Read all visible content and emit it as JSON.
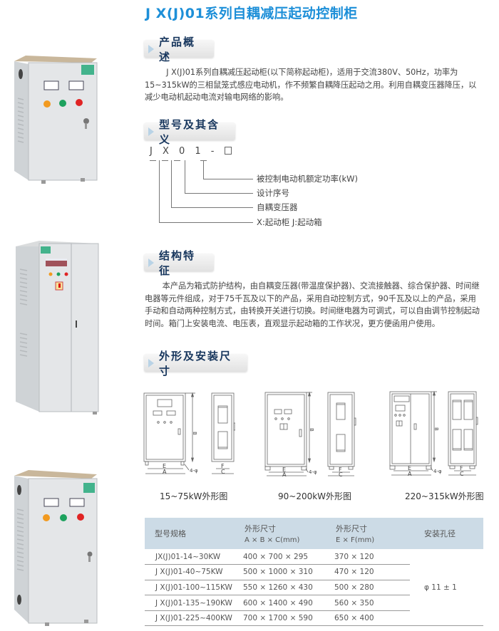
{
  "title": "J  X(J)01系列自耦减压起动控制柜",
  "sections": {
    "overview": {
      "heading": "产品概述",
      "text": "J X(J)01系列自耦减压起动柜(以下简称起动柜)，适用于交流380V、50Hz，功率为15~315kW的三相鼠笼式感应电动机，作不频繁自耦降压起动之用。利用自耦变压器降压，以减少电动机起动电流对输电网络的影响。"
    },
    "model": {
      "heading": "型号及其含义",
      "code_prefix": "J X 0 1 -",
      "items": [
        {
          "desc": "被控制电动机额定功率(kW)"
        },
        {
          "desc": "设计序号"
        },
        {
          "desc": "自耦变压器"
        },
        {
          "desc": "X:起动柜  J:起动箱"
        }
      ]
    },
    "structure": {
      "heading": "结构特征",
      "text": "本产品为箱式防护结构，由自耦变压器(带温度保护器)、交流接触器、综合保护器、时间继电器等元件组成，对于75千瓦及以下的产品，采用自动控制方式，90千瓦及以上的产品，采用手动和自动两种控制方式，由转换开关进行切换。时间继电器为可调式，可以自由调节控制起动时间。箱门上安装电流、电压表，直观显示起动箱的工作状况，更方便函用户使用。"
    },
    "dimensions": {
      "heading": "外形及安装尺寸",
      "drawings": [
        {
          "caption": "15~75kW外形图"
        },
        {
          "caption": "90~200kW外形图"
        },
        {
          "caption": "220~315kW外形图"
        }
      ],
      "labels": {
        "a": "A",
        "b": "B",
        "c": "C",
        "e": "E",
        "f": "F",
        "hole": "4-φ"
      }
    }
  },
  "table": {
    "headers": {
      "model": "型号规格",
      "abc_line1": "外形尺寸",
      "abc_line2": "A × B × C(mm)",
      "ef_line1": "外形尺寸",
      "ef_line2": "E × F(mm)",
      "hole": "安装孔径"
    },
    "rows": [
      {
        "model": "JX(J)01-14~30KW",
        "abc": "400 × 700 × 295",
        "ef": "370 × 120"
      },
      {
        "model": "J X(J)01-40~75KW",
        "abc": "500 × 1000 × 310",
        "ef": "470 × 120"
      },
      {
        "model": "J X(J)01-100~115KW",
        "abc": "550 × 1260 × 430",
        "ef": "500 × 280"
      },
      {
        "model": "J X(J)01-135~190KW",
        "abc": "600 × 1400 × 490",
        "ef": "560 × 350"
      },
      {
        "model": "J X(J)01-225~400KW",
        "abc": "700 × 1700 × 590",
        "ef": "650 × 400"
      }
    ],
    "hole_value": "φ 11 ± 1"
  },
  "colors": {
    "title": "#1d8fd8",
    "heading": "#17365d",
    "table_header_bg": "#ccdbe6"
  }
}
